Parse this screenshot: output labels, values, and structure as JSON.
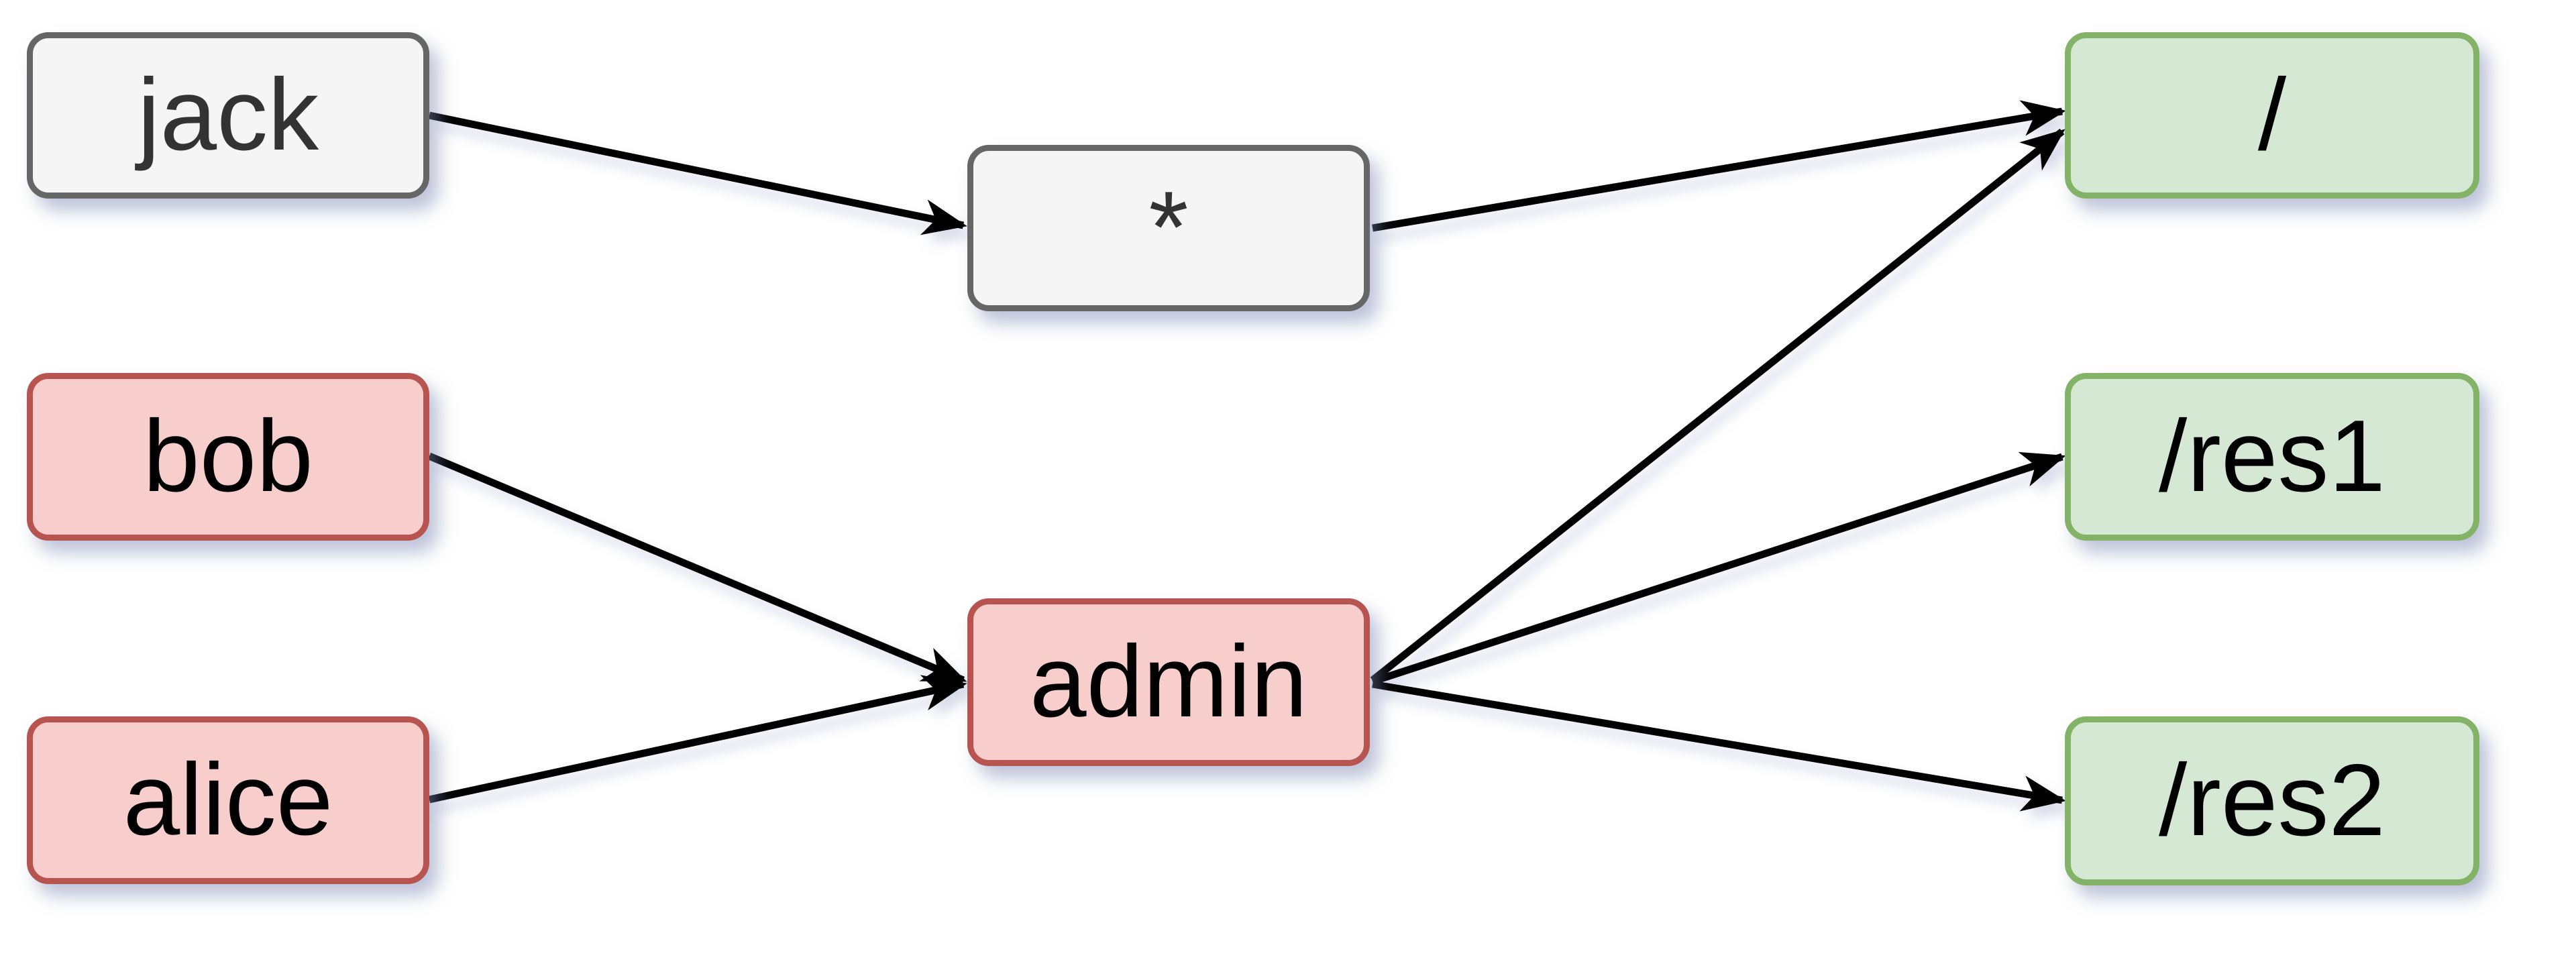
{
  "diagram": {
    "type": "access-control-graph",
    "nodes": [
      {
        "id": "jack",
        "label": "jack",
        "style": "gray"
      },
      {
        "id": "bob",
        "label": "bob",
        "style": "red"
      },
      {
        "id": "alice",
        "label": "alice",
        "style": "red"
      },
      {
        "id": "star",
        "label": "*",
        "style": "gray"
      },
      {
        "id": "admin",
        "label": "admin",
        "style": "red"
      },
      {
        "id": "root",
        "label": "/",
        "style": "green"
      },
      {
        "id": "res1",
        "label": "/res1",
        "style": "green"
      },
      {
        "id": "res2",
        "label": "/res2",
        "style": "green"
      }
    ],
    "edges": [
      {
        "from": "jack",
        "to": "star"
      },
      {
        "from": "bob",
        "to": "admin"
      },
      {
        "from": "alice",
        "to": "admin"
      },
      {
        "from": "star",
        "to": "root"
      },
      {
        "from": "admin",
        "to": "root"
      },
      {
        "from": "admin",
        "to": "res1"
      },
      {
        "from": "admin",
        "to": "res2"
      }
    ],
    "colors": {
      "gray_fill": "#f5f5f5",
      "gray_stroke": "#666666",
      "gray_text": "#333333",
      "red_fill": "#f8cecc",
      "red_stroke": "#b85450",
      "green_fill": "#d5e8d4",
      "green_stroke": "#82b366",
      "edge": "#000000",
      "background": "#ffffff"
    }
  }
}
